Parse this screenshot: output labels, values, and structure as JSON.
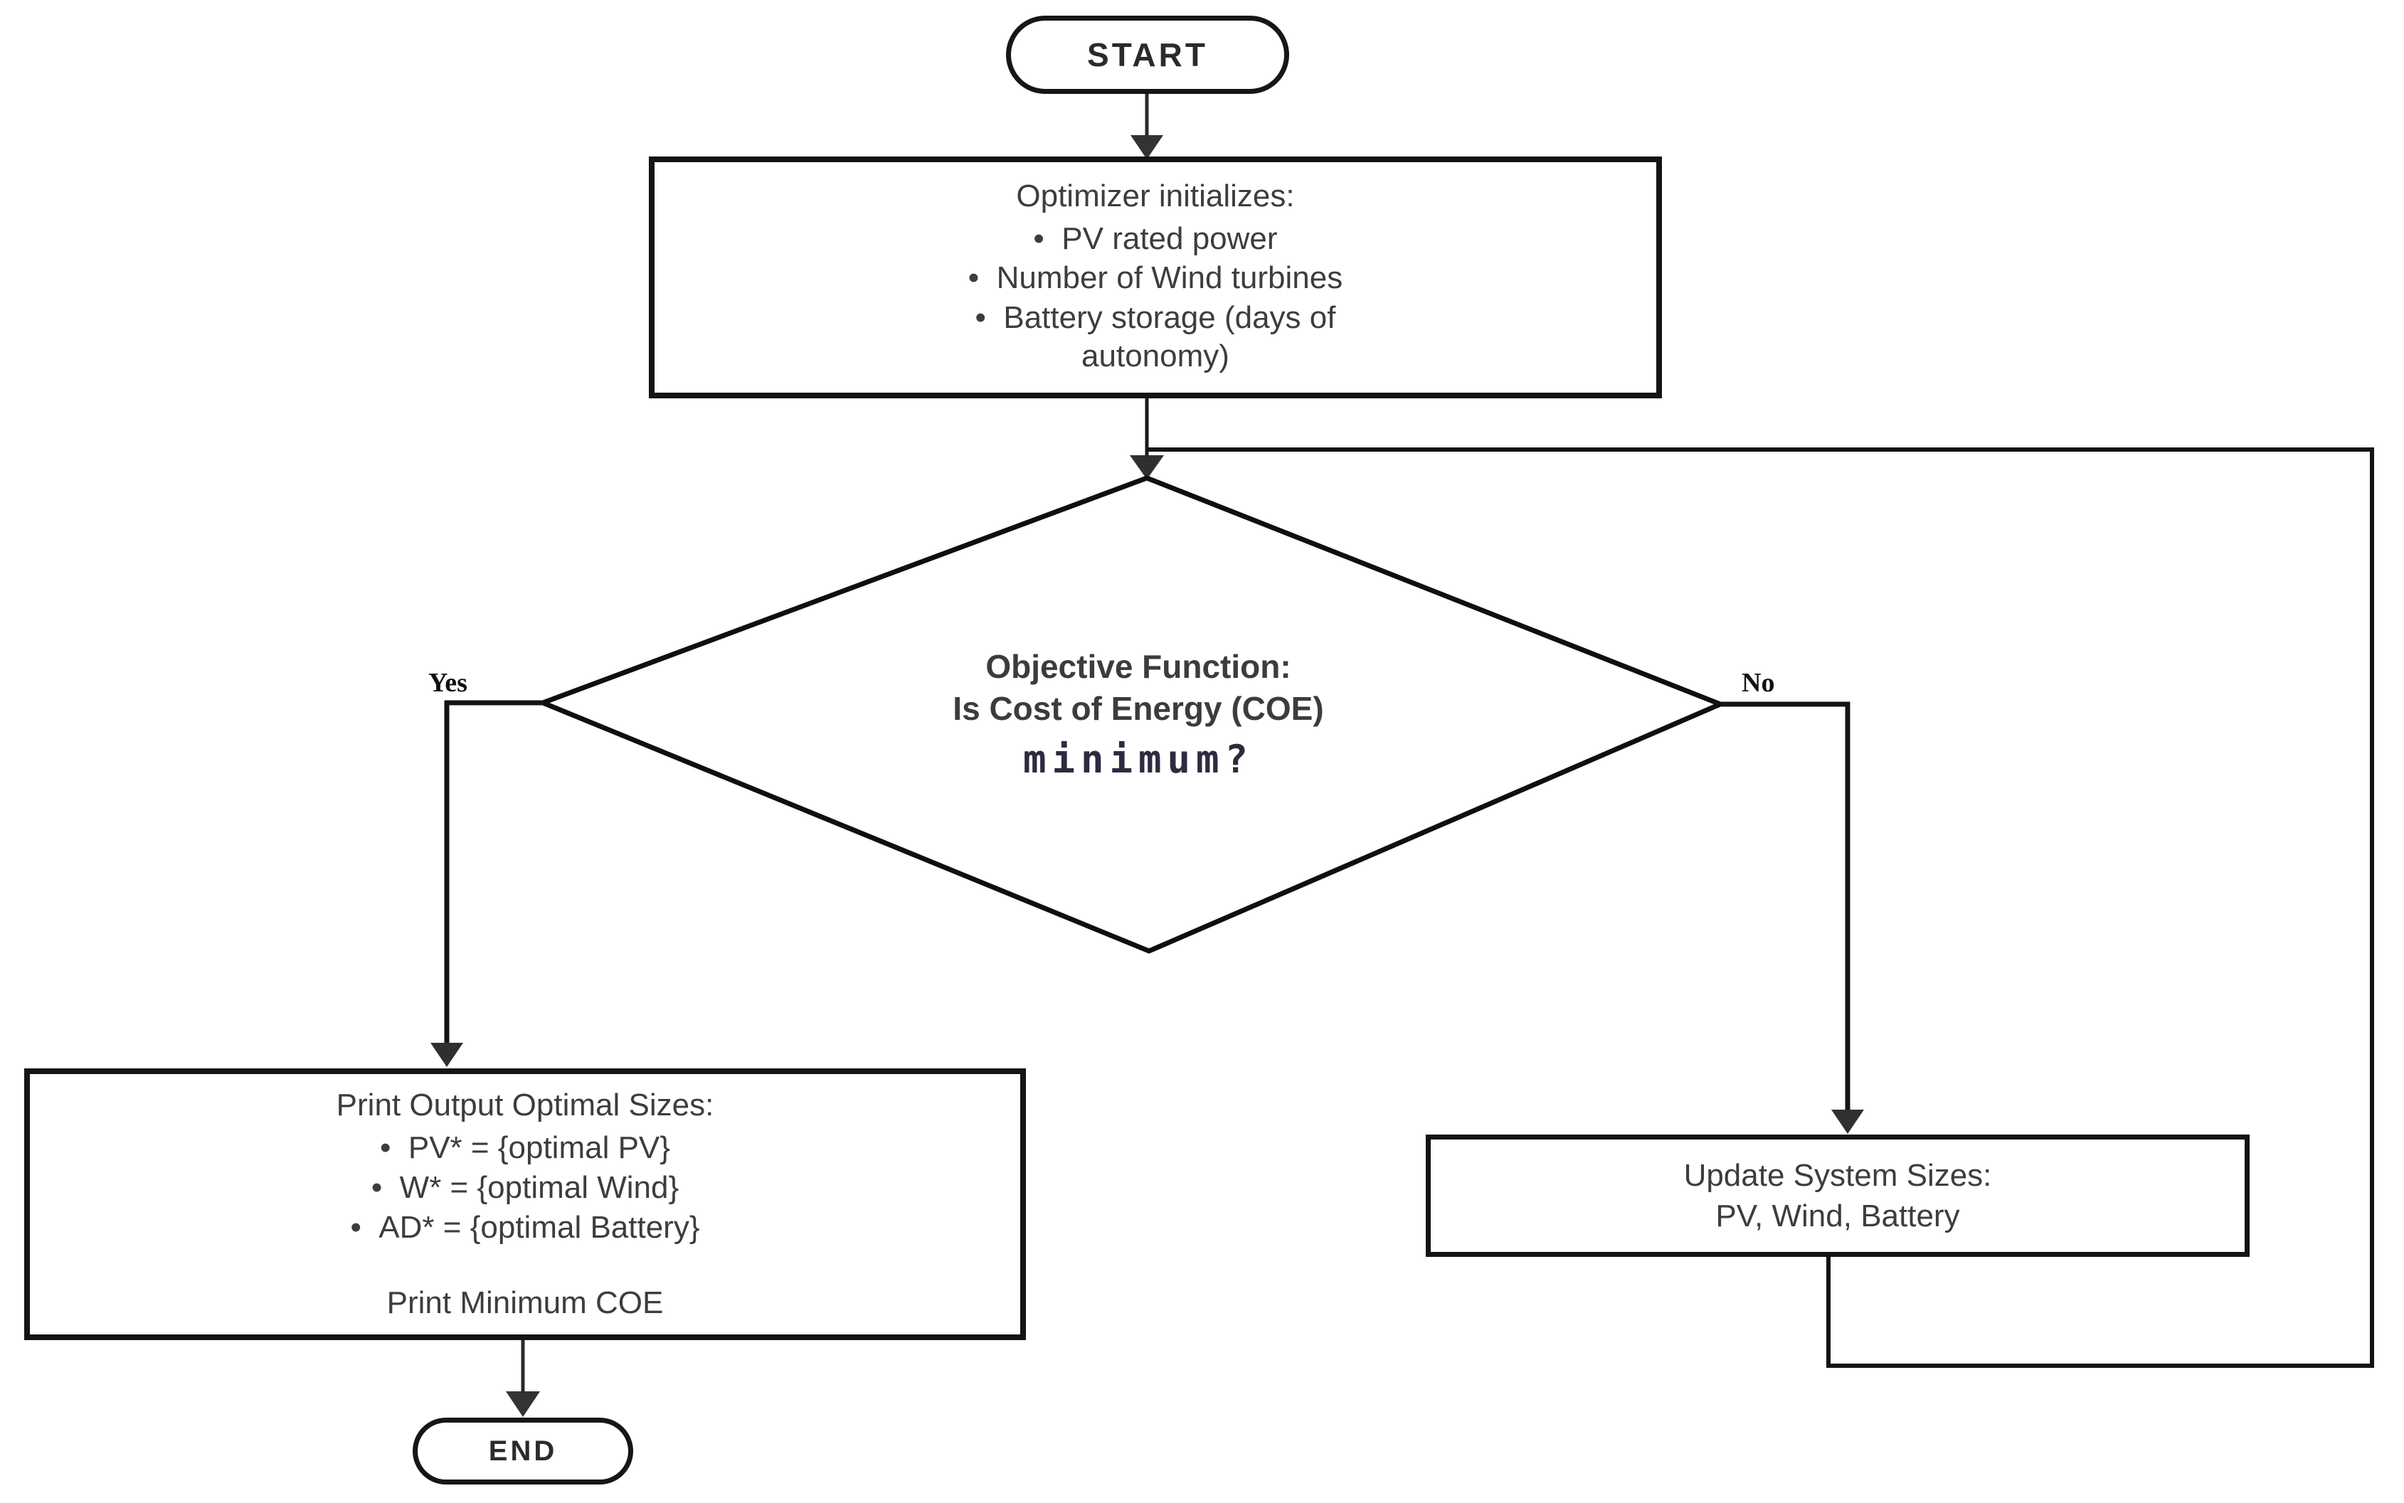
{
  "flowchart": {
    "start": {
      "label": "START"
    },
    "init_box": {
      "title": "Optimizer initializes:",
      "bullets": [
        "PV rated power",
        "Number of Wind turbines",
        "Battery storage (days of autonomy)"
      ]
    },
    "decision": {
      "line1": "Objective Function:",
      "line2": "Is Cost of Energy (COE)",
      "line3": "minimum?"
    },
    "yes_label": "Yes",
    "no_label": "No",
    "output_box": {
      "title": "Print Output Optimal Sizes:",
      "bullets": [
        "PV* = {optimal PV}",
        "W* = {optimal Wind}",
        "AD* = {optimal Battery}"
      ],
      "footer": "Print Minimum COE"
    },
    "update_box": {
      "line1": "Update System Sizes:",
      "line2": "PV, Wind, Battery"
    },
    "end": {
      "label": "END"
    },
    "colors": {
      "line": "#141414",
      "text": "#3d3d3d",
      "accent_text": "#2e2b40",
      "background": "#ffffff"
    }
  }
}
